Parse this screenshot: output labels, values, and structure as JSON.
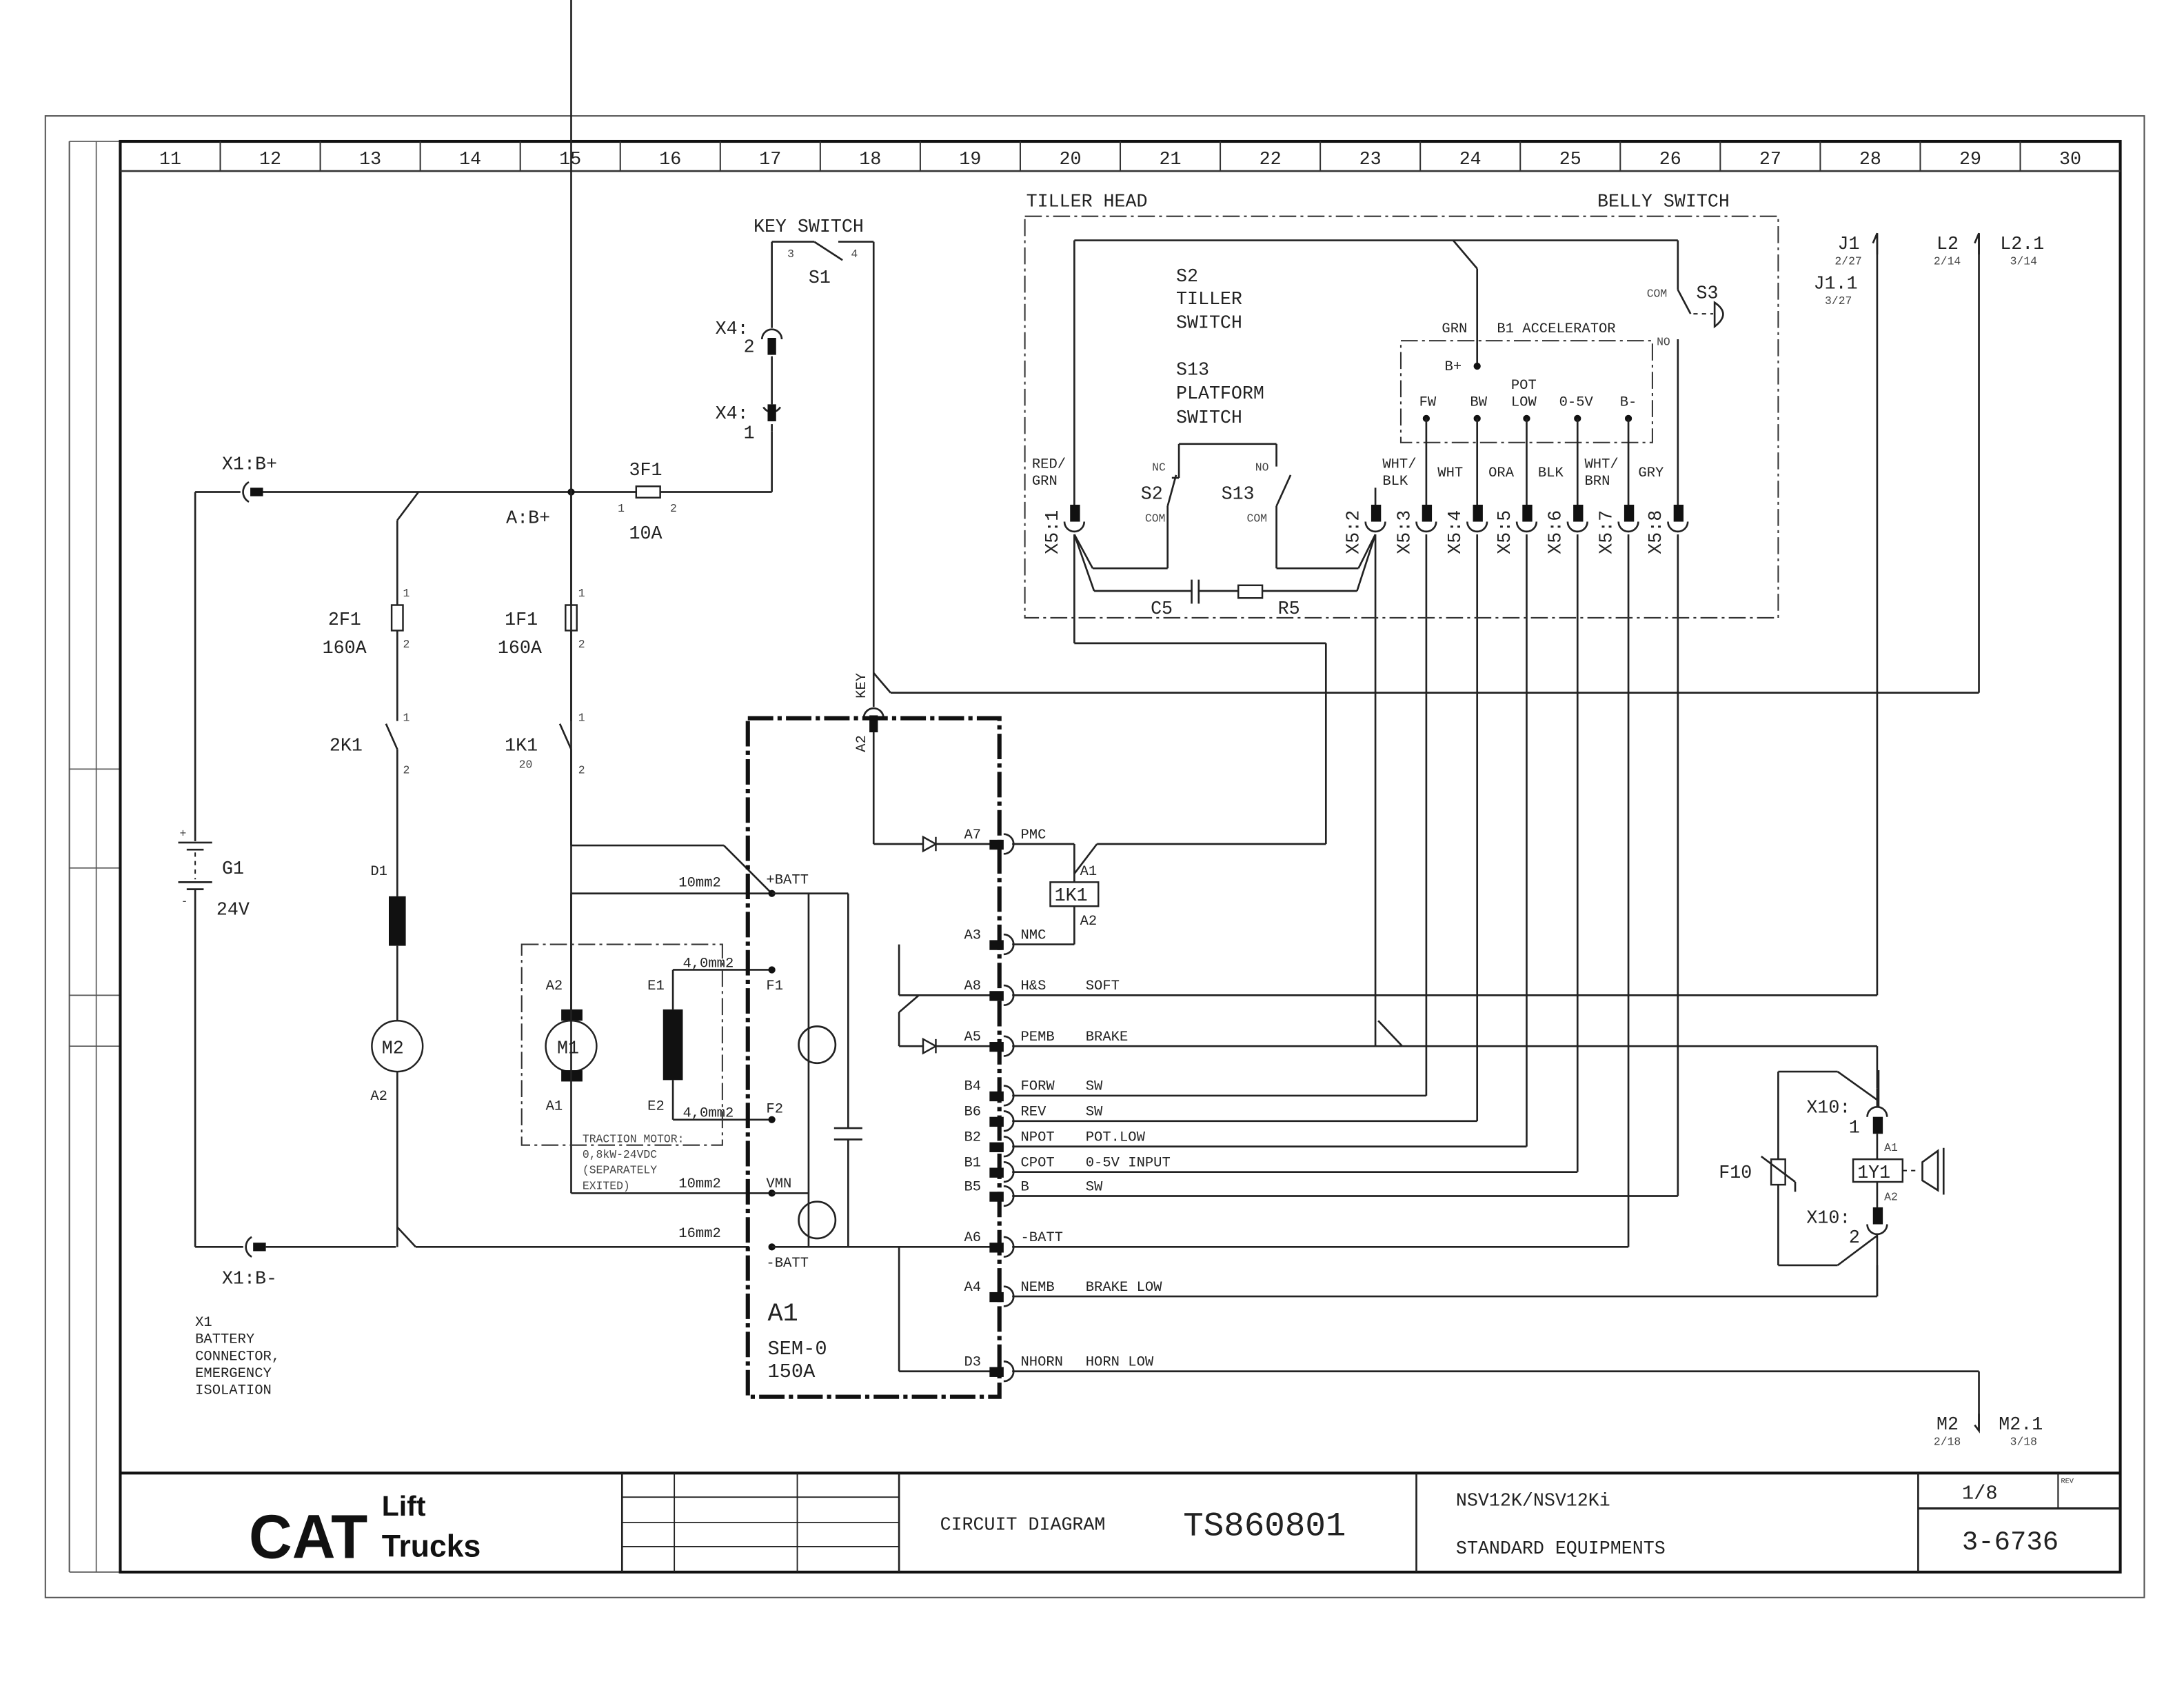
{
  "columns": [
    "11",
    "12",
    "13",
    "14",
    "15",
    "16",
    "17",
    "18",
    "19",
    "20",
    "21",
    "22",
    "23",
    "24",
    "25",
    "26",
    "27",
    "28",
    "29",
    "30"
  ],
  "battery": {
    "ref": "G1",
    "voltage": "24V",
    "plus": "+",
    "minus": "-"
  },
  "x1": {
    "bplus": "X1:B+",
    "bminus": "X1:B-",
    "note": [
      "X1",
      "BATTERY",
      "CONNECTOR,",
      "EMERGENCY",
      "ISOLATION"
    ]
  },
  "fuses": {
    "f2": {
      "ref": "2F1",
      "rating": "160A",
      "pin1": "1",
      "pin2": "2"
    },
    "f1": {
      "ref": "1F1",
      "rating": "160A",
      "pin1": "1",
      "pin2": "2"
    },
    "f3": {
      "ref": "3F1",
      "rating": "10A",
      "pin1": "1",
      "pin2": "2"
    }
  },
  "contactors": {
    "k2": {
      "ref": "2K1",
      "pin1": "1",
      "pin2": "2"
    },
    "k1": {
      "ref": "1K1",
      "sub": "20",
      "pin1": "1",
      "pin2": "2"
    }
  },
  "abplus": "A:B+",
  "pump": {
    "diode": "D1",
    "motor": "M2",
    "pin": "A2"
  },
  "key_switch": {
    "title": "KEY SWITCH",
    "ref": "S1",
    "pin3": "3",
    "pin4": "4",
    "x4_2": "X4:",
    "x4_2n": "2",
    "x4_1": "X4:",
    "x4_1n": "1"
  },
  "traction": {
    "motor": "M1",
    "a2": "A2",
    "a1": "A1",
    "e1": "E1",
    "e2": "E2",
    "wire_f1": "4,0mm2",
    "wire_f2": "4,0mm2",
    "wire_top": "10mm2",
    "wire_vmn": "10mm2",
    "wire_neg": "16mm2",
    "note": [
      "TRACTION MOTOR:",
      "0,8kW-24VDC",
      "(SEPARATELY",
      "EXITED)"
    ]
  },
  "controller": {
    "ref": "A1",
    "model": "SEM-0",
    "rating": "150A",
    "key_label": "KEY",
    "key_pin": "A2",
    "internal": {
      "batt_pos": "+BATT",
      "f1": "F1",
      "f2": "F2",
      "vmn": "VMN",
      "batt_neg": "-BATT"
    },
    "pins": [
      {
        "pin": "A7",
        "sig": "PMC",
        "desc": ""
      },
      {
        "pin": "A3",
        "sig": "NMC",
        "desc": ""
      },
      {
        "pin": "A8",
        "sig": "H&S",
        "desc": "SOFT"
      },
      {
        "pin": "A5",
        "sig": "PEMB",
        "desc": "BRAKE"
      },
      {
        "pin": "B4",
        "sig": "FORW",
        "desc": "SW"
      },
      {
        "pin": "B6",
        "sig": "REV",
        "desc": "SW"
      },
      {
        "pin": "B2",
        "sig": "NPOT",
        "desc": "POT.LOW"
      },
      {
        "pin": "B1",
        "sig": "CPOT",
        "desc": "0-5V INPUT"
      },
      {
        "pin": "B5",
        "sig": "B",
        "desc": "SW"
      },
      {
        "pin": "A6",
        "sig": "-BATT",
        "desc": ""
      },
      {
        "pin": "A4",
        "sig": "NEMB",
        "desc": "BRAKE LOW"
      },
      {
        "pin": "D3",
        "sig": "NHORN",
        "desc": "HORN LOW"
      }
    ]
  },
  "coil_1k1": {
    "ref": "1K1",
    "a1": "A1",
    "a2": "A2"
  },
  "tiller": {
    "title": "TILLER HEAD",
    "belly": "BELLY SWITCH",
    "s2": {
      "line1": "S2",
      "line2": "TILLER",
      "line3": "SWITCH",
      "ref": "S2",
      "nc": "NC",
      "com": "COM"
    },
    "s13": {
      "line1": "S13",
      "line2": "PLATFORM",
      "line3": "SWITCH",
      "ref": "S13",
      "no": "NO",
      "com": "COM"
    },
    "s3": {
      "ref": "S3",
      "com": "COM",
      "no": "NO"
    },
    "accel": {
      "title": "B1 ACCELERATOR",
      "grn": "GRN",
      "bplus": "B+",
      "fw": "FW",
      "bw": "BW",
      "pot": "POT",
      "low": "LOW",
      "v05": "0-5V",
      "bminus": "B-"
    },
    "c5": "C5",
    "r5": "R5",
    "connectors": [
      "X5:1",
      "X5:2",
      "X5:3",
      "X5:4",
      "X5:5",
      "X5:6",
      "X5:7",
      "X5:8"
    ],
    "colors": [
      {
        "a": "RED/",
        "b": "GRN"
      },
      {
        "a": "WHT/",
        "b": "BLK"
      },
      {
        "a": "WHT",
        "b": ""
      },
      {
        "a": "ORA",
        "b": ""
      },
      {
        "a": "BLK",
        "b": ""
      },
      {
        "a": "WHT/",
        "b": "BRN"
      },
      {
        "a": "GRY",
        "b": ""
      }
    ]
  },
  "refs": {
    "j1": {
      "ref": "J1",
      "page": "2/27"
    },
    "j11": {
      "ref": "J1.1",
      "page": "3/27"
    },
    "l2": {
      "ref": "L2",
      "page": "2/14"
    },
    "l21": {
      "ref": "L2.1",
      "page": "3/14"
    },
    "m2": {
      "ref": "M2",
      "page": "2/18"
    },
    "m21": {
      "ref": "M2.1",
      "page": "3/18"
    }
  },
  "horn": {
    "fuse": "F10",
    "coil": "1Y1",
    "a1": "A1",
    "a2": "A2",
    "x10_1": "X10:",
    "x10_1n": "1",
    "x10_2": "X10:",
    "x10_2n": "2"
  },
  "title_block": {
    "logo_cat": "CAT",
    "logo_lift": "Lift",
    "logo_trucks": "Trucks",
    "doc_type": "CIRCUIT DIAGRAM",
    "doc_number": "TS860801",
    "model": "NSV12K/NSV12Ki",
    "description": "STANDARD EQUIPMENTS",
    "sheet": "1/8",
    "rev_label": "REV",
    "part_number": "3-6736"
  }
}
